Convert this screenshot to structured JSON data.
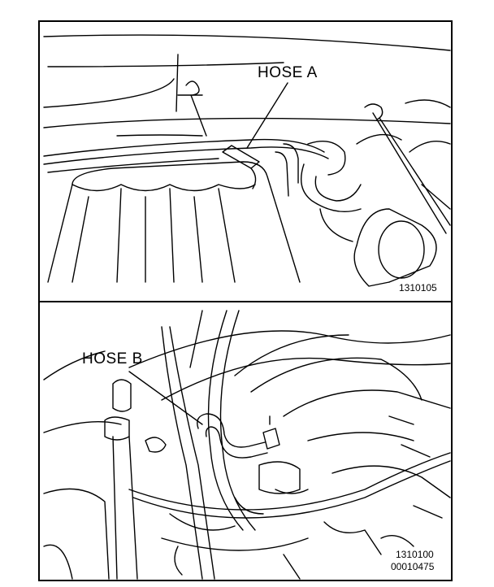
{
  "diagram": {
    "top_panel": {
      "callout_label": "HOSE A",
      "figure_code": "1310105"
    },
    "bottom_panel": {
      "callout_label": "HOSE B",
      "figure_code": "1310100",
      "document_code": "00010475"
    }
  },
  "colors": {
    "ink": "#000000",
    "paper": "#ffffff"
  }
}
